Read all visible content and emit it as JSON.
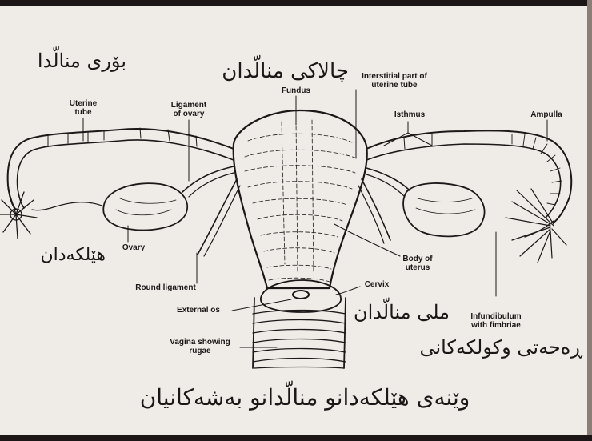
{
  "labels": {
    "uterine_tube": [
      "Uterine",
      "tube"
    ],
    "ligament_of_ovary": [
      "Ligament",
      "of ovary"
    ],
    "fundus": "Fundus",
    "interstitial": [
      "Interstitial part of",
      "uterine tube"
    ],
    "isthmus": "Isthmus",
    "ampulla": "Ampulla",
    "ovary": "Ovary",
    "round_ligament": "Round ligament",
    "body_of_uterus": [
      "Body of",
      "uterus"
    ],
    "cervix": "Cervix",
    "external_os": "External os",
    "vagina": [
      "Vagina showing",
      "rugae"
    ],
    "infundibulum": [
      "Infundibulum",
      "with fimbriae"
    ]
  },
  "handwritten": {
    "tube_top_left": "بۆری منالّدا",
    "uterus_top_center": "چالاکی منالّدان",
    "ovary_left": "هێلکەدان",
    "cervix_right": "ملی منالّدان",
    "fimbriae_right": "ڕەحەتی وکولکەکانی",
    "caption": "وێنەی هێلکەدانو منالّدانو بەشەکانیان"
  },
  "colors": {
    "paper": "#efebe7",
    "ink": "#1b1818",
    "frame": "#1c1716"
  }
}
